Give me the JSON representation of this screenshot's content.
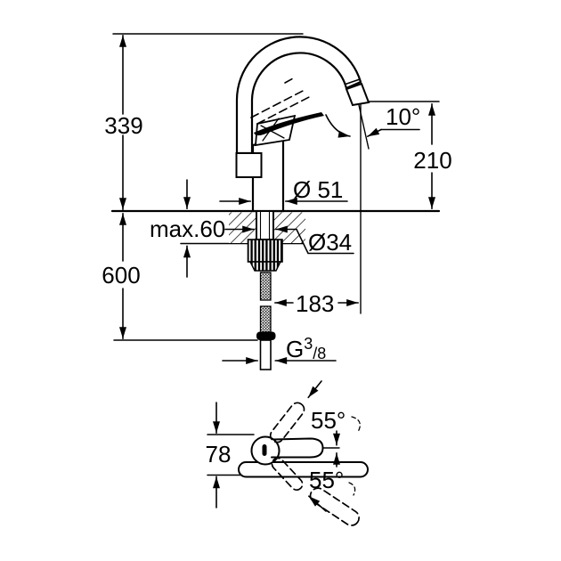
{
  "drawing": {
    "type": "faucet technical dimension drawing",
    "colors": {
      "line": "#000000",
      "background": "#ffffff"
    },
    "side_view": {
      "overall_height_mm": "339",
      "below_deck_length_mm": "600",
      "max_deck_thickness": "max.60",
      "body_diameter": "Ø 51",
      "shank_diameter": "Ø34",
      "spout_height_mm": "210",
      "outlet_angle": "10°",
      "projection_mm": "183",
      "thread_g": "G",
      "thread_sup": "3",
      "thread_sub": "/8"
    },
    "top_view": {
      "swivel_angle_upper": "55°",
      "swivel_angle_lower": "55°",
      "handle_span_mm": "78"
    }
  }
}
